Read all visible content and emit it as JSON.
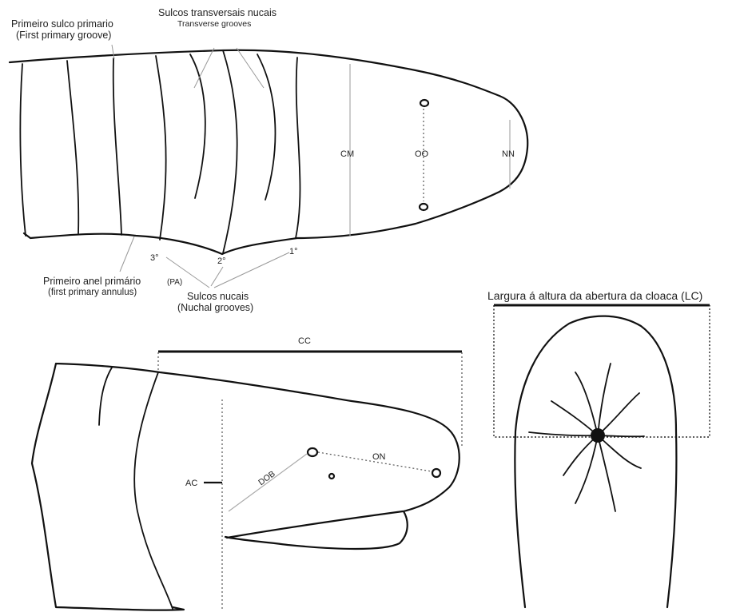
{
  "top_view": {
    "first_primary_groove_pt": "Primeiro sulco primario",
    "first_primary_groove_en": "(First primary groove)",
    "transverse_grooves_pt": "Sulcos transversais nucais",
    "transverse_grooves_en": "Transverse grooves",
    "cm": "CM",
    "oo": "OO",
    "nn": "NN",
    "groove_3": "3°",
    "groove_2": "2°",
    "groove_1": "1°",
    "first_annulus_pt": "Primeiro anel primário",
    "pa": "(PA)",
    "first_annulus_en": "(first primary annulus)",
    "nuchal_grooves_pt": "Sulcos nucais",
    "nuchal_grooves_en": "(Nuchal grooves)"
  },
  "side_view": {
    "cc": "CC",
    "ac": "AC",
    "dob": "DOB",
    "on": "ON"
  },
  "cloaca_view": {
    "title": "Largura á altura da abertura da cloaca (LC)"
  }
}
